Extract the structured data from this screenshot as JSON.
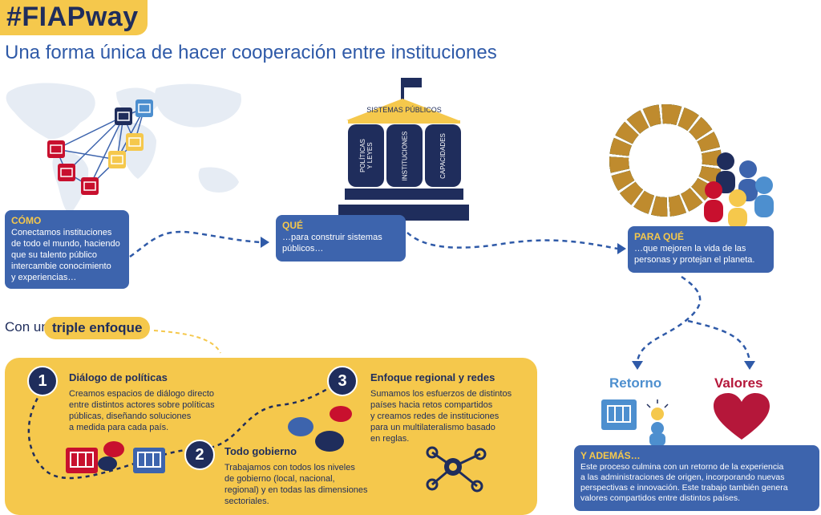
{
  "header": {
    "hashtag": "#FIAPway",
    "subtitle": "Una forma única de hacer cooperación entre instituciones"
  },
  "como": {
    "heading": "CÓMO",
    "text": "Conectamos instituciones\nde todo el mundo, haciendo\nque su talento público\nintercambie conocimiento\ny experiencias…"
  },
  "que": {
    "heading": "QUÉ",
    "text": "…para construir sistemas\npúblicos…"
  },
  "building": {
    "roof_label": "SISTEMAS PÚBLICOS",
    "columns": [
      "POLÍTICAS\nY LEYES",
      "INSTITUCIONES",
      "CAPACIDADES"
    ]
  },
  "para_que": {
    "heading": "PARA QUÉ",
    "text": "…que mejoren la vida de las\npersonas y protejan el planeta."
  },
  "triple": {
    "prefix": "Con un",
    "highlight": "triple enfoque"
  },
  "approaches": [
    {
      "number": "1",
      "title": "Diálogo de políticas",
      "text": "Creamos espacios de diálogo directo\nentre distintos actores sobre políticas\npúblicas, diseñando soluciones\na medida para cada país."
    },
    {
      "number": "2",
      "title": "Todo gobierno",
      "text": "Trabajamos con todos los niveles\nde gobierno (local, nacional,\nregional) y en todas las dimensiones\nsectoriales."
    },
    {
      "number": "3",
      "title": "Enfoque regional y redes",
      "text": "Sumamos los esfuerzos de distintos\npaíses hacia retos compartidos\ny creamos redes de instituciones\npara un multilateralismo basado\nen reglas."
    }
  ],
  "retorno": {
    "label": "Retorno"
  },
  "valores": {
    "label": "Valores"
  },
  "ademas": {
    "heading": "Y ADEMÁS…",
    "text": "Este proceso culmina con un retorno de la experiencia\na las administraciones de origen, incorporando nuevas\nperspectivas e innovación. Este trabajo también genera\nvalores compartidos entre distintos países."
  },
  "colors": {
    "navy": "#1f2d5c",
    "blue": "#3d64ad",
    "yellow": "#f5c84c",
    "red": "#c8102e",
    "light_blue": "#4d8fcf",
    "heart": "#b5173a"
  }
}
